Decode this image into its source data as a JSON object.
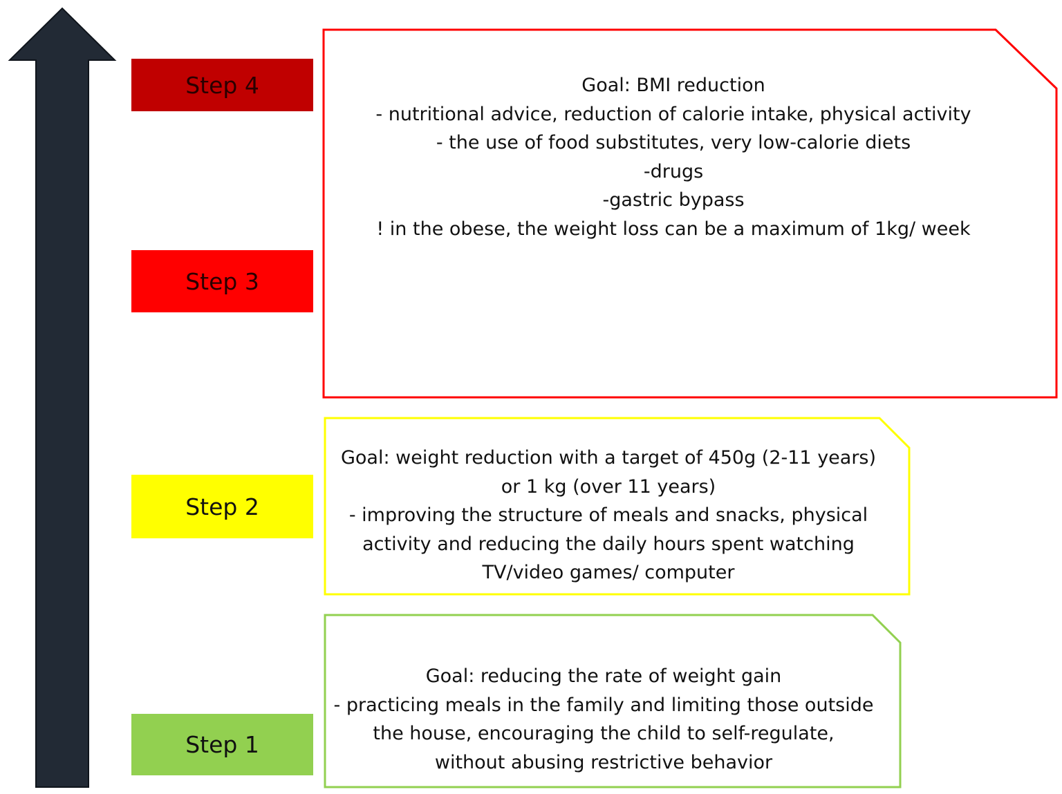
{
  "steps": [
    {
      "label": "Step 1",
      "color": "#92d050"
    },
    {
      "label": "Step 2",
      "color": "#ffff00"
    },
    {
      "label": "Step 3",
      "color": "#ff0000"
    },
    {
      "label": "Step 4",
      "color": "#c00000"
    }
  ],
  "boxes": {
    "step4": {
      "border_color": "#ff0000",
      "lines": [
        "Goal: BMI reduction",
        "- nutritional advice, reduction of calorie intake, physical activity",
        "- the use of food substitutes, very low-calorie diets",
        "-drugs",
        "-gastric bypass",
        "! in the obese, the weight loss can be a maximum of 1kg/ week"
      ]
    },
    "step2": {
      "border_color": "#ffff00",
      "lines": [
        "Goal: weight reduction with a target of 450g (2-11 years)",
        "or 1 kg (over 11 years)",
        "- improving the structure of meals and snacks, physical",
        "activity and reducing the daily hours spent watching",
        "TV/video games/ computer"
      ]
    },
    "step1": {
      "border_color": "#92d050",
      "lines": [
        "Goal: reducing the rate of weight gain",
        "- practicing meals in the family and limiting those outside",
        "the house, encouraging the child to self-regulate,",
        "without abusing restrictive behavior"
      ]
    }
  },
  "arrow_color": "#222a35"
}
